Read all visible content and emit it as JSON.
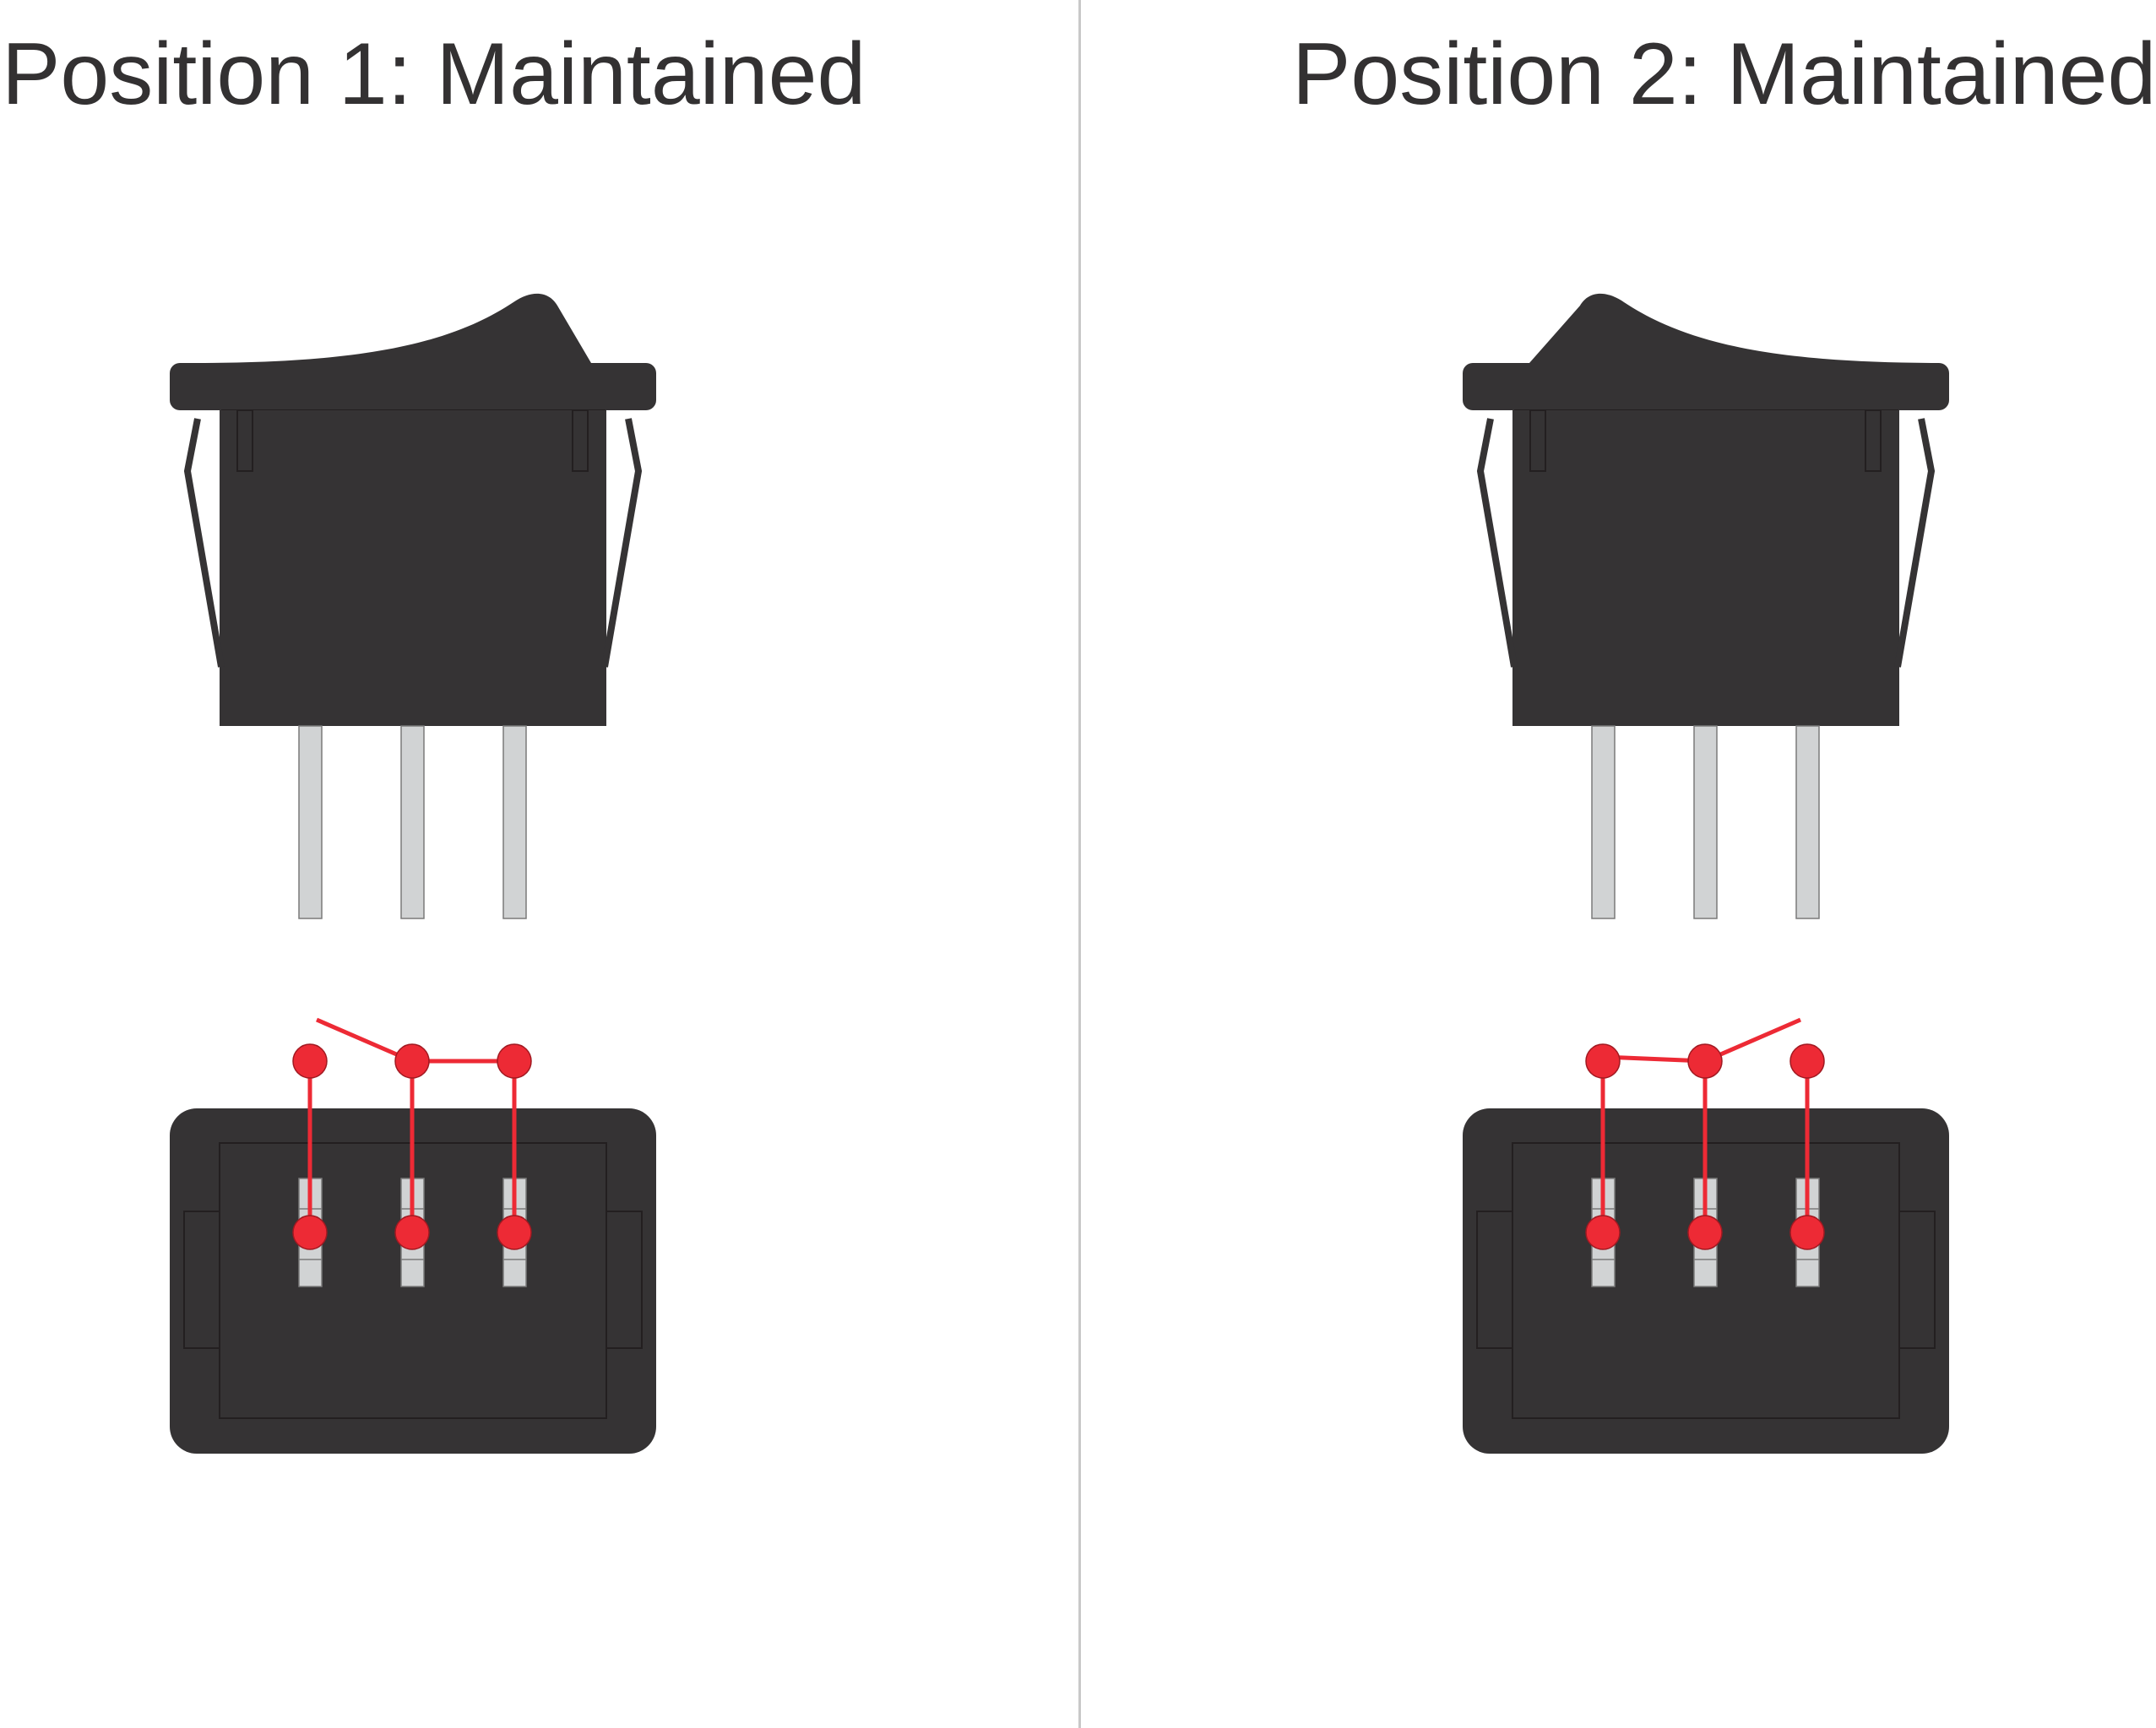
{
  "panels": [
    {
      "title": "Position 1: Maintained",
      "rocker_pressed": "right",
      "connection": "center-to-right"
    },
    {
      "title": "Position 2: Maintained",
      "rocker_pressed": "left",
      "connection": "center-to-left"
    }
  ],
  "colors": {
    "switch_body": "#353334",
    "switch_outline": "#231f20",
    "terminal": "#d1d3d4",
    "terminal_outline": "#7a7a7a",
    "contact": "#ed2a35",
    "contact_outline": "#a11921",
    "title_text": "#333132",
    "divider": "#c8c8c8"
  },
  "terminal_count": 3
}
